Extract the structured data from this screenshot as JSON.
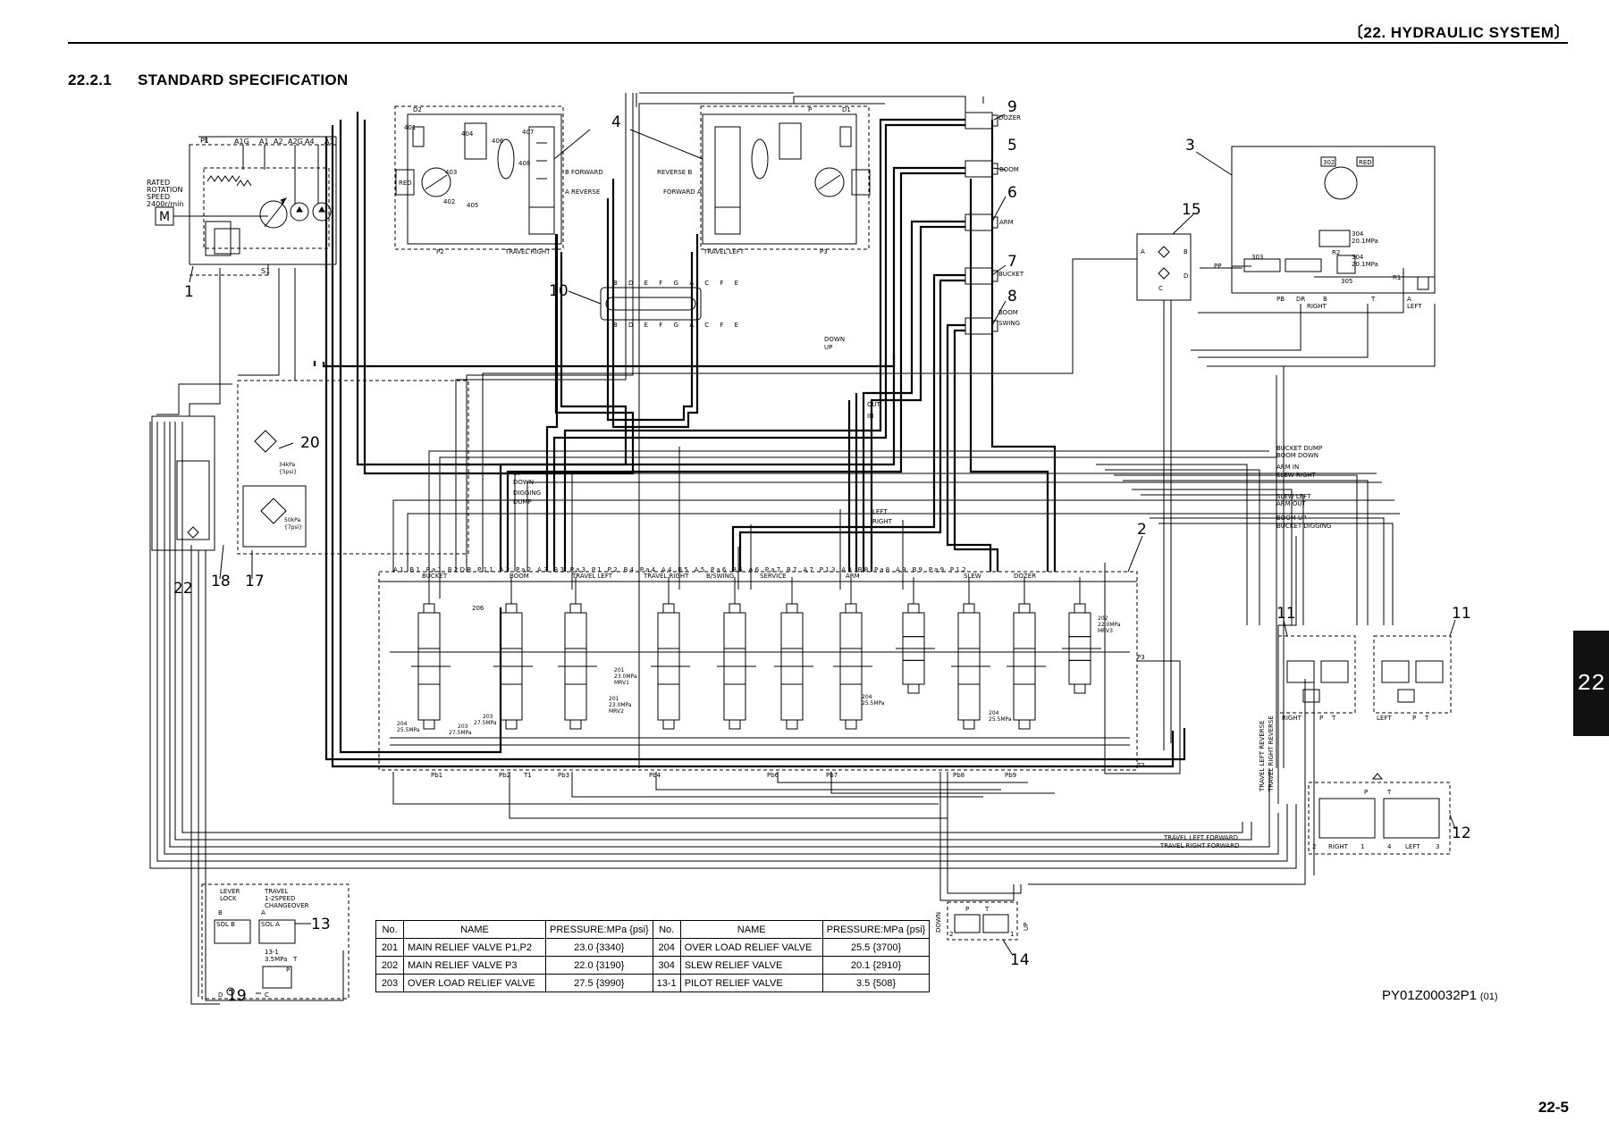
{
  "header": {
    "chapter": "〔22.  HYDRAULIC SYSTEM〕"
  },
  "section": {
    "number": "22.2.1",
    "title": "STANDARD SPECIFICATION"
  },
  "tab": {
    "label": "22"
  },
  "footer": {
    "page_number": "22-5",
    "drawing_code": "PY01Z00032P1",
    "revision": "(01)"
  },
  "callouts": [
    "1",
    "2",
    "3",
    "4",
    "5",
    "6",
    "7",
    "8",
    "9",
    "10",
    "11",
    "11",
    "12",
    "13",
    "14",
    "15",
    "17",
    "18",
    "19",
    "20",
    "22"
  ],
  "labels": {
    "rated_speed": [
      "RATED",
      "ROTATION",
      "SPEED",
      "2400r/min"
    ],
    "motor": "M",
    "pump_ports": [
      "P1",
      "A1G",
      "A1",
      "A2",
      "A2G",
      "A4",
      "A3",
      "S1"
    ],
    "travel_right": "TRAVEL RIGHT",
    "travel_left": "TRAVEL LEFT",
    "b_forward": "B FORWARD",
    "a_reverse": "A REVERSE",
    "reverse_b": "REVERSE B",
    "forward_a": "FORWARD A",
    "dozer": "DOZER",
    "boom": "BOOM",
    "arm": "ARM",
    "bucket": "BUCKET",
    "boom_swing": [
      "BOOM",
      "SWING"
    ],
    "down": "DOWN",
    "up": "UP",
    "out": "OUT",
    "in": "IN",
    "up2": "UP",
    "down2": "DOWN",
    "digging": "DIGGING",
    "dump": "DUMP",
    "left": "LEFT",
    "right": "RIGHT",
    "swivel_ports": "B D E F G A C F E",
    "filter_pressure_20": [
      "34kPa",
      "{5psi}"
    ],
    "filter_pressure_17": [
      "50kPa",
      "{7psi}"
    ],
    "cv_sections": [
      "BUCKET",
      "BOOM",
      "TRAVEL LEFT",
      "TRAVEL RIGHT",
      "B/SWING",
      "SERVICE",
      "ARM",
      "SLEW",
      "DOZER"
    ],
    "cv_top_ports": "A1 B1 Pa1 B2DR P11 A2 Pa2 A3 B3 Pa3 P1 P2 B4 Pa4 A4 B5 A5 Pa6 B6 A6 Pa7 B7 A7 P13 A8 B8 Pa8 A9 B9 Pa9 P12",
    "cv_bottom_ports": [
      "Pb1",
      "Pb2",
      "T1",
      "Pb3",
      "Pb4",
      "Pb6",
      "Pb7",
      "Pb8",
      "Pb9"
    ],
    "cv_misc": [
      "T2",
      "P3",
      "206"
    ],
    "relief_201": [
      "201",
      "23.0MPa",
      "MRV1"
    ],
    "relief_201b": [
      "201",
      "23.0MPa",
      "MRV2"
    ],
    "relief_202": [
      "202",
      "22.0MPa",
      "MRV3"
    ],
    "relief_203a": [
      "203",
      "27.5MPa"
    ],
    "relief_203b": [
      "203",
      "27.5MPa"
    ],
    "relief_204a": [
      "204",
      "25.5MPa"
    ],
    "relief_204b": [
      "204",
      "25.5MPa"
    ],
    "relief_204c": [
      "204",
      "25.5MPa"
    ],
    "pilot_lines": [
      "BUCKET DUMP",
      "BOOM DOWN",
      "ARM IN",
      "SLEW RIGHT",
      "SLEW LEFT",
      "ARM OUT",
      "BOOM UP",
      "BUCKET DIGGING"
    ],
    "slew_motor": [
      "302",
      "RED",
      "303",
      "304",
      "20.1MPa",
      "304",
      "20.1MPa",
      "305",
      "PP",
      "PB",
      "DR",
      "B",
      "RIGHT",
      "T",
      "A",
      "LEFT",
      "R1",
      "R2"
    ],
    "shuttle_15": [
      "A",
      "B",
      "C",
      "D"
    ],
    "pilot_valve_labels": [
      "RIGHT",
      "LEFT",
      "P",
      "T"
    ],
    "travel_pilot": [
      "TRAVEL LEFT FORWARD",
      "TRAVEL RIGHT FORWARD",
      "TRAVEL LEFT REVERSE",
      "TRAVEL RIGHT REVERSE"
    ],
    "travel_pilot_ports": [
      "2",
      "RIGHT",
      "1",
      "4",
      "LEFT",
      "3",
      "P",
      "T"
    ],
    "valve_13": [
      "LEVER",
      "LOCK",
      "TRAVEL",
      "1-2SPEED",
      "CHANGEOVER",
      "SOL B",
      "SOL A",
      "13-1",
      "3.5MPa",
      "P",
      "T",
      "B",
      "A",
      "D",
      "C"
    ],
    "valve_14": [
      "DOWN",
      "UP",
      "P",
      "T",
      "2",
      "1"
    ],
    "travel_motor_ports": [
      "D2",
      "P3",
      "P",
      "P2",
      "D1",
      "401",
      "402",
      "403",
      "404",
      "405",
      "406",
      "407",
      "408",
      "RED"
    ]
  },
  "spec_table": {
    "headers": [
      "No.",
      "NAME",
      "PRESSURE:MPa {psi}",
      "No.",
      "NAME",
      "PRESSURE:MPa {psi}"
    ],
    "rows": [
      [
        "201",
        "MAIN RELIEF VALVE P1,P2",
        "23.0 {3340}",
        "204",
        "OVER LOAD RELIEF VALVE",
        "25.5 {3700}"
      ],
      [
        "202",
        "MAIN RELIEF VALVE P3",
        "22.0 {3190}",
        "304",
        "SLEW RELIEF VALVE",
        "20.1 {2910}"
      ],
      [
        "203",
        "OVER LOAD RELIEF VALVE",
        "27.5 {3990}",
        "13-1",
        "PILOT RELIEF VALVE",
        "3.5 {508}"
      ]
    ]
  }
}
